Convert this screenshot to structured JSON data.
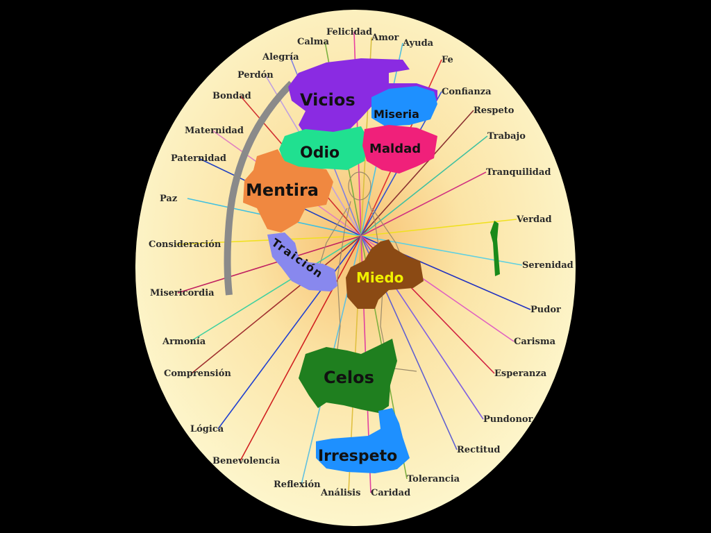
{
  "virtues": [
    {
      "id": "felicidad",
      "text": "Felicidad",
      "color": "#e83fa0"
    },
    {
      "id": "amor",
      "text": "Amor",
      "color": "#d8c040"
    },
    {
      "id": "ayuda",
      "text": "Ayuda",
      "color": "#4fc0e0"
    },
    {
      "id": "calma",
      "text": "Calma",
      "color": "#7ab040"
    },
    {
      "id": "fe",
      "text": "Fe",
      "color": "#e03030"
    },
    {
      "id": "alegria",
      "text": "Alegría",
      "color": "#8080e0"
    },
    {
      "id": "confianza",
      "text": "Confianza",
      "color": "#3050d0"
    },
    {
      "id": "perdon",
      "text": "Perdón",
      "color": "#c0a0e0"
    },
    {
      "id": "respeto",
      "text": "Respeto",
      "color": "#8a3030"
    },
    {
      "id": "bondad",
      "text": "Bondad",
      "color": "#d03030"
    },
    {
      "id": "trabajo",
      "text": "Trabajo",
      "color": "#40c0a0"
    },
    {
      "id": "maternidad",
      "text": "Maternidad",
      "color": "#e080c0"
    },
    {
      "id": "tranquilidad",
      "text": "Tranquilidad",
      "color": "#d03080"
    },
    {
      "id": "paternidad",
      "text": "Paternidad",
      "color": "#2040c0"
    },
    {
      "id": "paz",
      "text": "Paz",
      "color": "#40c0e0"
    },
    {
      "id": "verdad",
      "text": "Verdad",
      "color": "#f0e020"
    },
    {
      "id": "consideracion",
      "text": "Consideración",
      "color": "#f0e020"
    },
    {
      "id": "serenidad",
      "text": "Serenidad",
      "color": "#60d0e0"
    },
    {
      "id": "misericordia",
      "text": "Misericordia",
      "color": "#c02060"
    },
    {
      "id": "pudor",
      "text": "Pudor",
      "color": "#2030c0"
    },
    {
      "id": "armonia",
      "text": "Armonía",
      "color": "#40d0a0"
    },
    {
      "id": "carisma",
      "text": "Carisma",
      "color": "#e060c0"
    },
    {
      "id": "comprension",
      "text": "Comprensión",
      "color": "#a03030"
    },
    {
      "id": "esperanza",
      "text": "Esperanza",
      "color": "#d02040"
    },
    {
      "id": "logica",
      "text": "Lógica",
      "color": "#2040d0"
    },
    {
      "id": "pundonor",
      "text": "Pundonor",
      "color": "#8060e0"
    },
    {
      "id": "benevolencia",
      "text": "Benevolencia",
      "color": "#d02020"
    },
    {
      "id": "rectitud",
      "text": "Rectitud",
      "color": "#6060d0"
    },
    {
      "id": "reflexion",
      "text": "Reflexión",
      "color": "#60c0e0"
    },
    {
      "id": "tolerancia",
      "text": "Tolerancia",
      "color": "#80b040"
    },
    {
      "id": "analisis",
      "text": "Análisis",
      "color": "#e0c040"
    },
    {
      "id": "caridad",
      "text": "Caridad",
      "color": "#e040a0"
    }
  ],
  "vices": [
    {
      "id": "vicios",
      "text": "Vicios",
      "color": "#8a2be2"
    },
    {
      "id": "miseria",
      "text": "Miseria",
      "color": "#1e90ff"
    },
    {
      "id": "odio",
      "text": "Odio",
      "color": "#20e090"
    },
    {
      "id": "maldad",
      "text": "Maldad",
      "color": "#f0207a"
    },
    {
      "id": "mentira",
      "text": "Mentira",
      "color": "#f08840"
    },
    {
      "id": "traicion",
      "text": "Traición",
      "color": "#8888ee"
    },
    {
      "id": "miedo",
      "text": "Miedo",
      "color": "#8b4a14",
      "text_color": "#f0f000"
    },
    {
      "id": "celos",
      "text": "Celos",
      "color": "#1f7f1f"
    },
    {
      "id": "irrespeto",
      "text": "Irrespeto",
      "color": "#1e90ff"
    }
  ]
}
